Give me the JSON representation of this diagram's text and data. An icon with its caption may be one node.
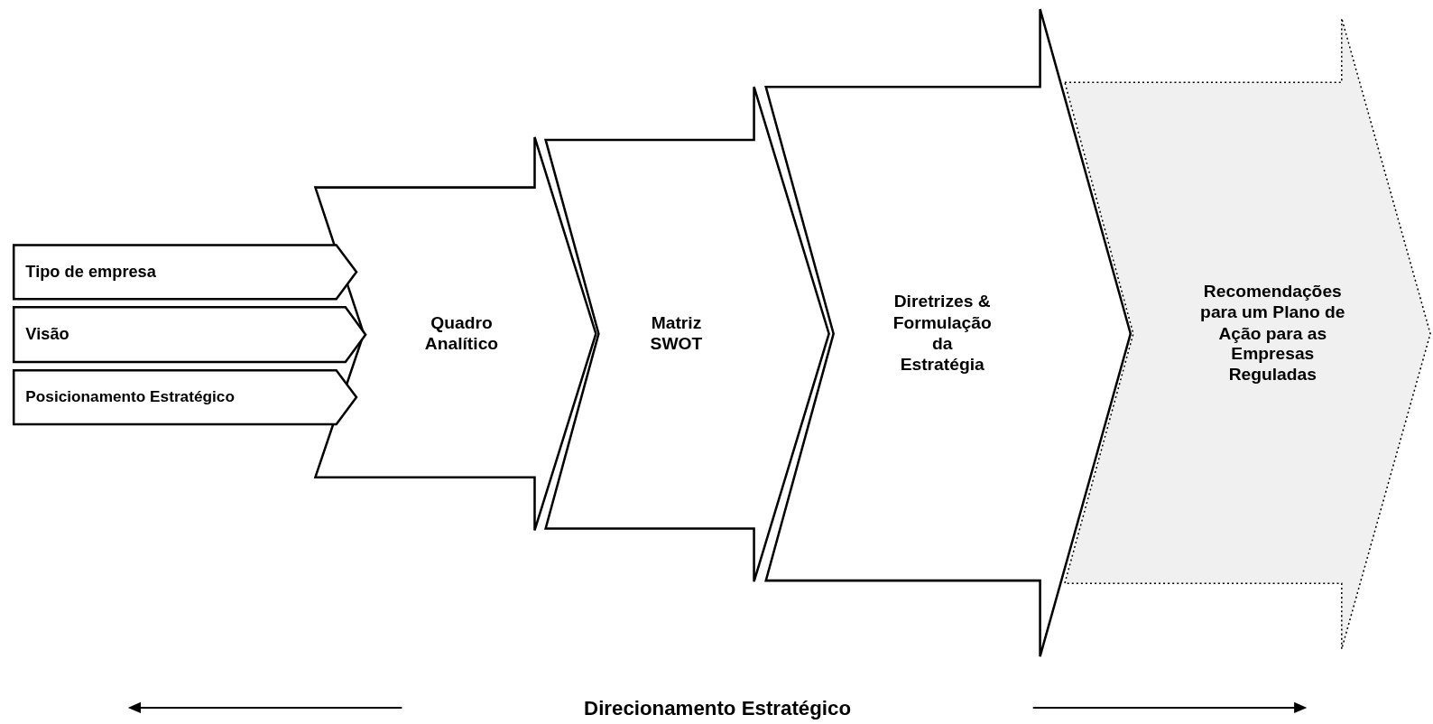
{
  "diagram": {
    "nodes": [
      {
        "text": [
          "Tipo de empresa"
        ]
      },
      {
        "text": [
          "Visão"
        ]
      },
      {
        "text": [
          "Posicionamento Estratégico"
        ]
      },
      {
        "text": [
          "Quadro Analítico"
        ]
      },
      {
        "text": [
          "Matriz SWOT"
        ]
      },
      {
        "text": [
          "Diretrizes & Formulação da Estratégia"
        ]
      },
      {
        "text": [
          "Recomendações para um Plano de Ação para as Empresas Reguladas"
        ]
      }
    ],
    "labels": [
      "Direcionamento Estratégico"
    ]
  }
}
